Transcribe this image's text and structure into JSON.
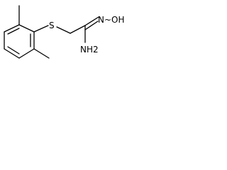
{
  "molecule": {
    "atoms": {
      "sulfur": "S",
      "oxime_group": "N~OH",
      "amine_group": "NH2"
    },
    "colors": {
      "bond": "#000000",
      "text": "#000000",
      "background": "#ffffff"
    }
  }
}
